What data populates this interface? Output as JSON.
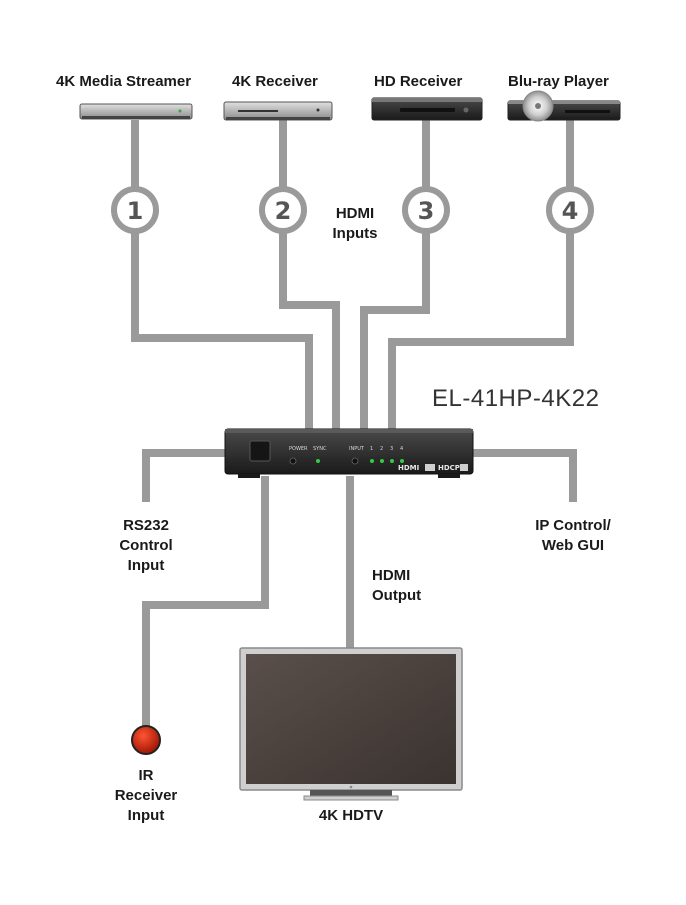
{
  "sources": [
    {
      "label": "4K Media Streamer"
    },
    {
      "label": "4K Receiver"
    },
    {
      "label": "HD Receiver"
    },
    {
      "label": "Blu-ray Player"
    }
  ],
  "inputs": [
    "1",
    "2",
    "3",
    "4"
  ],
  "hdmi_inputs_label": [
    "HDMI",
    "Inputs"
  ],
  "model": "EL-41HP-4K22",
  "device_panel": {
    "power": "POWER",
    "sync": "SYNC",
    "input": "INPUT",
    "input_numbers": [
      "1",
      "2",
      "3",
      "4"
    ],
    "hdmi_logo": "HDMI",
    "hdcp_logo": "HDCP"
  },
  "rs232_label": [
    "RS232",
    "Control",
    "Input"
  ],
  "ip_label": [
    "IP Control/",
    "Web GUI"
  ],
  "hdmi_output_label": [
    "HDMI",
    "Output"
  ],
  "ir_label": [
    "IR",
    "Receiver",
    "Input"
  ],
  "tv_label": "4K HDTV",
  "colors": {
    "cable": "#9a9a9a",
    "device": "#2b2b2b",
    "led": "#33cc44",
    "ir": "#cc1100"
  }
}
